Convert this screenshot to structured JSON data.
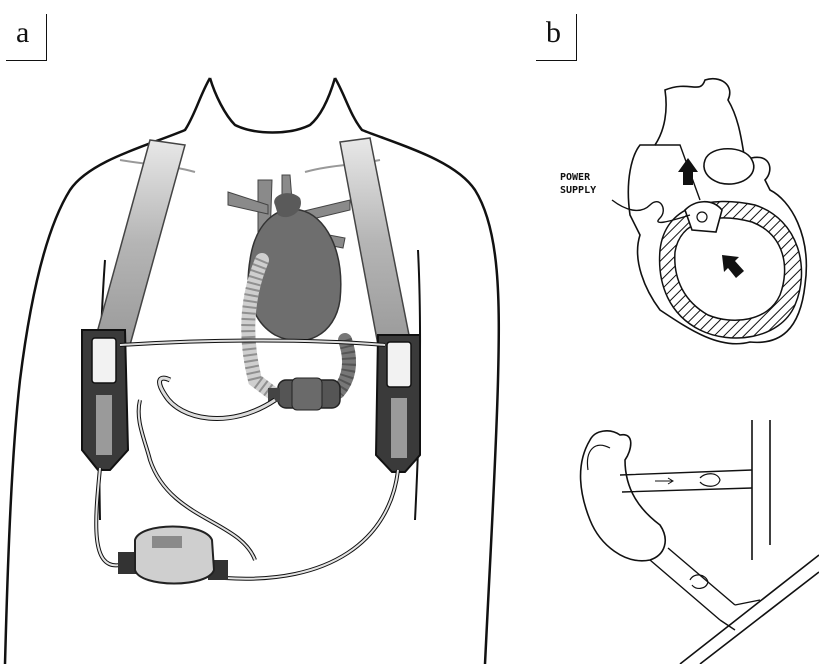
{
  "panels": {
    "a": {
      "label": "a"
    },
    "b": {
      "label": "b"
    }
  },
  "annotations": {
    "power_line1": "POWER",
    "power_line2": "SUPPLY"
  },
  "colors": {
    "outline": "#111111",
    "strap": "#b8b8b8",
    "heart": "#6e6e6e",
    "pump": "#555555",
    "controller": "#cfcfcf",
    "battery": "#2e2e2e"
  }
}
